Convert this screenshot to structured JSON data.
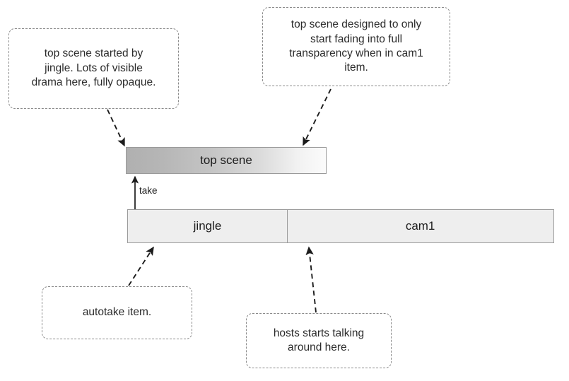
{
  "diagram": {
    "type": "timeline-annotation-diagram",
    "background_color": "#ffffff",
    "notes": [
      {
        "id": "top-left",
        "text": "top scene started by\njingle. Lots of visible\ndrama here, fully opaque."
      },
      {
        "id": "top-right",
        "text": "top scene designed to only\nstart fading into full\ntransparency when in cam1\nitem."
      },
      {
        "id": "autotake",
        "text": "autotake item."
      },
      {
        "id": "hosts",
        "text": "hosts starts talking\naround here."
      }
    ],
    "scene_track": {
      "clip_label": "top scene",
      "gradient_from": "#b0b0b0",
      "gradient_to": "#fbfbfb",
      "border_color": "#9a9a9a"
    },
    "take_arrow": {
      "label": "take"
    },
    "timeline_track": {
      "items": [
        {
          "label": "jingle"
        },
        {
          "label": "cam1"
        }
      ],
      "fill_color": "#eeeeee",
      "border_color": "#9a9a9a"
    },
    "connector_color": "#1c1c1c"
  }
}
